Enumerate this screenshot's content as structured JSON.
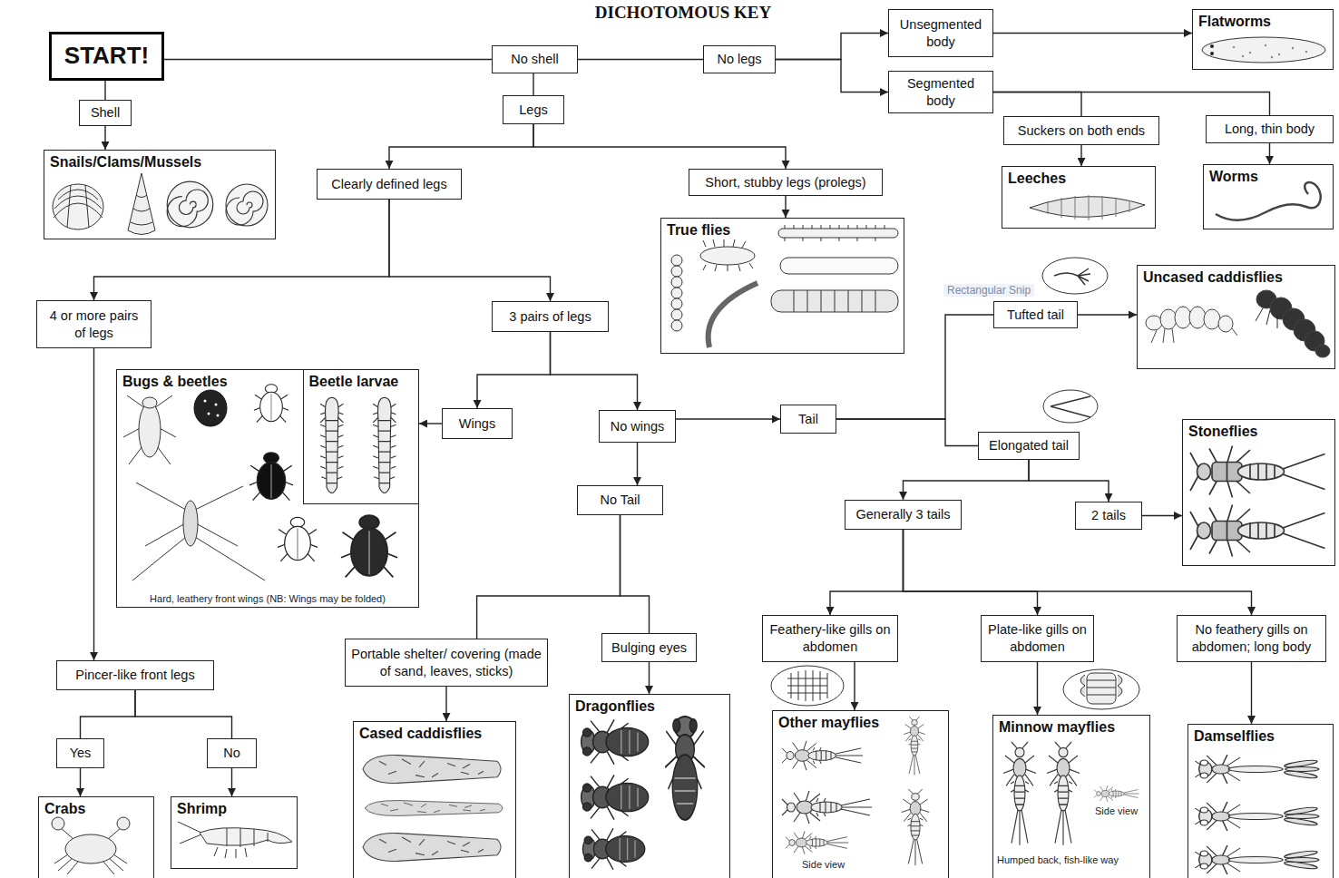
{
  "diagram": {
    "title": "DICHOTOMOUS KEY",
    "nodes": [
      {
        "text": [
          "START!"
        ]
      },
      {
        "text": [
          "Shell"
        ]
      },
      {
        "text": [
          "Snails/Clams/Mussels"
        ]
      },
      {
        "text": [
          "No shell"
        ]
      },
      {
        "text": [
          "No legs"
        ]
      },
      {
        "text": [
          "Unsegmented body"
        ]
      },
      {
        "text": [
          "Segmented body"
        ]
      },
      {
        "text": [
          "Flatworms"
        ]
      },
      {
        "text": [
          "Legs"
        ]
      },
      {
        "text": [
          "Suckers on both ends"
        ]
      },
      {
        "text": [
          "Long, thin body"
        ]
      },
      {
        "text": [
          "Leeches"
        ]
      },
      {
        "text": [
          "Worms"
        ]
      },
      {
        "text": [
          "Clearly defined legs"
        ]
      },
      {
        "text": [
          "Short, stubby legs (prolegs)"
        ]
      },
      {
        "text": [
          "True flies"
        ]
      },
      {
        "text": [
          "Uncased caddisflies"
        ]
      },
      {
        "text": [
          "Tufted tail"
        ]
      },
      {
        "text": [
          "4 or more pairs of legs"
        ]
      },
      {
        "text": [
          "3 pairs of legs"
        ]
      },
      {
        "text": [
          "Bugs & beetles",
          "Hard, leathery front wings (NB: Wings may be folded)"
        ]
      },
      {
        "text": [
          "Beetle larvae"
        ],
        "in": 20
      },
      {
        "text": [
          "Wings"
        ]
      },
      {
        "text": [
          "No wings"
        ]
      },
      {
        "text": [
          "Tail"
        ]
      },
      {
        "text": [
          "Elongated tail"
        ]
      },
      {
        "text": [
          "Stoneflies"
        ]
      },
      {
        "text": [
          "No Tail"
        ]
      },
      {
        "text": [
          "Generally 3 tails"
        ]
      },
      {
        "text": [
          "2 tails"
        ]
      },
      {
        "text": [
          "Pincer-like front legs"
        ]
      },
      {
        "text": [
          "Portable shelter/ covering (made of sand, leaves, sticks)"
        ]
      },
      {
        "text": [
          "Bulging eyes"
        ]
      },
      {
        "text": [
          "Feathery-like gills on abdomen"
        ]
      },
      {
        "text": [
          "Plate-like gills on abdomen"
        ]
      },
      {
        "text": [
          "No feathery gills on abdomen; long body"
        ]
      },
      {
        "text": [
          "Yes"
        ]
      },
      {
        "text": [
          "No"
        ]
      },
      {
        "text": [
          "Cased caddisflies"
        ]
      },
      {
        "text": [
          "Dragonflies"
        ]
      },
      {
        "text": [
          "Other mayflies",
          "Side view"
        ]
      },
      {
        "text": [
          "Minnow mayflies",
          "Side view",
          "Humped back, fish-like way"
        ]
      },
      {
        "text": [
          "Damselflies"
        ]
      },
      {
        "text": [
          "Crabs"
        ]
      },
      {
        "text": [
          "Shrimp"
        ]
      }
    ],
    "edges": [
      {
        "from": 0,
        "to": 1,
        "arrow": "none"
      },
      {
        "from": 1,
        "to": 2,
        "arrow": "to"
      },
      {
        "from": 0,
        "to": 3,
        "arrow": "none"
      },
      {
        "from": 3,
        "to": 4,
        "arrow": "none"
      },
      {
        "from": 4,
        "to": 5,
        "arrow": "to"
      },
      {
        "from": 4,
        "to": 6,
        "arrow": "to"
      },
      {
        "from": 5,
        "to": 7,
        "arrow": "to"
      },
      {
        "from": 6,
        "to": 9,
        "arrow": "none"
      },
      {
        "from": 6,
        "to": 10,
        "arrow": "none"
      },
      {
        "from": 9,
        "to": 11,
        "arrow": "to"
      },
      {
        "from": 10,
        "to": 12,
        "arrow": "to"
      },
      {
        "from": 3,
        "to": 8,
        "arrow": "none"
      },
      {
        "from": 8,
        "to": 13,
        "arrow": "to"
      },
      {
        "from": 8,
        "to": 14,
        "arrow": "to"
      },
      {
        "from": 14,
        "to": 15,
        "arrow": "to"
      },
      {
        "from": 13,
        "to": 18,
        "arrow": "to"
      },
      {
        "from": 13,
        "to": 19,
        "arrow": "to"
      },
      {
        "from": 19,
        "to": 22,
        "arrow": "to"
      },
      {
        "from": 19,
        "to": 23,
        "arrow": "to"
      },
      {
        "from": 22,
        "to": 20,
        "arrow": "to"
      },
      {
        "from": 23,
        "to": 24,
        "arrow": "to"
      },
      {
        "from": 23,
        "to": 27,
        "arrow": "to"
      },
      {
        "from": 24,
        "to": 17,
        "arrow": "none"
      },
      {
        "from": 24,
        "to": 25,
        "arrow": "none"
      },
      {
        "from": 17,
        "to": 16,
        "arrow": "to"
      },
      {
        "from": 25,
        "to": 28,
        "arrow": "to"
      },
      {
        "from": 25,
        "to": 29,
        "arrow": "to"
      },
      {
        "from": 29,
        "to": 26,
        "arrow": "to"
      },
      {
        "from": 28,
        "to": 33,
        "arrow": "to"
      },
      {
        "from": 28,
        "to": 34,
        "arrow": "to"
      },
      {
        "from": 28,
        "to": 35,
        "arrow": "to"
      },
      {
        "from": 33,
        "to": 40,
        "arrow": "to"
      },
      {
        "from": 34,
        "to": 41,
        "arrow": "to"
      },
      {
        "from": 35,
        "to": 42,
        "arrow": "to"
      },
      {
        "from": 27,
        "to": 31,
        "arrow": "none"
      },
      {
        "from": 27,
        "to": 32,
        "arrow": "none"
      },
      {
        "from": 31,
        "to": 38,
        "arrow": "to"
      },
      {
        "from": 32,
        "to": 39,
        "arrow": "to"
      },
      {
        "from": 18,
        "to": 30,
        "arrow": "to"
      },
      {
        "from": 30,
        "to": 36,
        "arrow": "none"
      },
      {
        "from": 30,
        "to": 37,
        "arrow": "none"
      },
      {
        "from": 36,
        "to": 43,
        "arrow": "to"
      },
      {
        "from": 37,
        "to": 44,
        "arrow": "to"
      }
    ],
    "labels": [
      "Rectangular Snip"
    ]
  }
}
